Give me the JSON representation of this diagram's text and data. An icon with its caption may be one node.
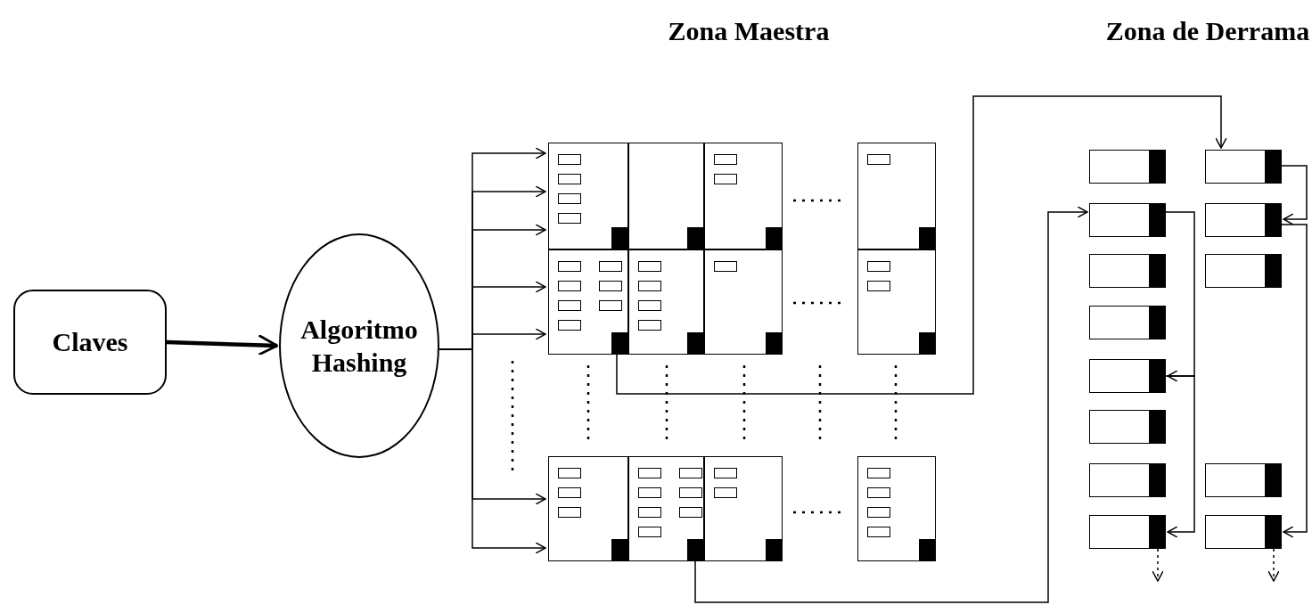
{
  "diagram": {
    "nodes": [
      {
        "text": [
          "Claves"
        ]
      },
      {
        "text": [
          "Algoritmo Hashing"
        ]
      },
      {
        "text": [],
        "shape": "box"
      },
      {
        "text": [],
        "shape": "box"
      },
      {
        "text": [],
        "shape": "box"
      },
      {
        "text": [],
        "shape": "box"
      },
      {
        "text": [],
        "shape": "box"
      },
      {
        "text": [],
        "shape": "box"
      },
      {
        "text": [],
        "shape": "box"
      },
      {
        "text": [],
        "shape": "box"
      },
      {
        "text": [],
        "shape": "box"
      },
      {
        "text": [],
        "shape": "box"
      },
      {
        "text": [],
        "shape": "box"
      },
      {
        "text": [],
        "shape": "box"
      },
      {
        "text": [],
        "shape": "box"
      },
      {
        "text": [],
        "shape": "box"
      },
      {
        "text": [],
        "shape": "box"
      },
      {
        "text": [],
        "shape": "box"
      },
      {
        "text": [],
        "shape": "box"
      },
      {
        "text": [],
        "shape": "box"
      },
      {
        "text": [],
        "shape": "box"
      },
      {
        "text": [],
        "shape": "box"
      },
      {
        "text": [],
        "shape": "box"
      },
      {
        "text": [],
        "shape": "box"
      },
      {
        "text": [],
        "shape": "box"
      },
      {
        "text": [],
        "shape": "box"
      },
      {
        "text": [],
        "shape": "box"
      }
    ],
    "edges": [
      {
        "from": 0,
        "to": 1,
        "arrow": "to",
        "style": "thick"
      },
      {
        "from": 1,
        "to": 2,
        "arrow": "to"
      },
      {
        "from": 1,
        "to": 2,
        "arrow": "to"
      },
      {
        "from": 1,
        "to": 2,
        "arrow": "to"
      },
      {
        "from": 1,
        "to": 6,
        "arrow": "to"
      },
      {
        "from": 1,
        "to": 6,
        "arrow": "to"
      },
      {
        "from": 1,
        "to": 10,
        "arrow": "to"
      },
      {
        "from": 1,
        "to": 10,
        "arrow": "to"
      },
      {
        "from": 6,
        "to": 22,
        "arrow": "to"
      },
      {
        "from": 11,
        "to": 15,
        "arrow": "to"
      },
      {
        "from": 15,
        "to": 18,
        "arrow": "to"
      },
      {
        "from": 18,
        "to": 21,
        "arrow": "to"
      },
      {
        "from": 22,
        "to": 23,
        "arrow": "to"
      },
      {
        "from": 23,
        "to": 26,
        "arrow": "to"
      },
      {
        "from": 21,
        "to": null,
        "arrow": "to",
        "style": "dashed"
      },
      {
        "from": 26,
        "to": null,
        "arrow": "to",
        "style": "dashed"
      }
    ],
    "labels": [
      "Zona Maestra",
      "Zona de Derrama"
    ]
  }
}
